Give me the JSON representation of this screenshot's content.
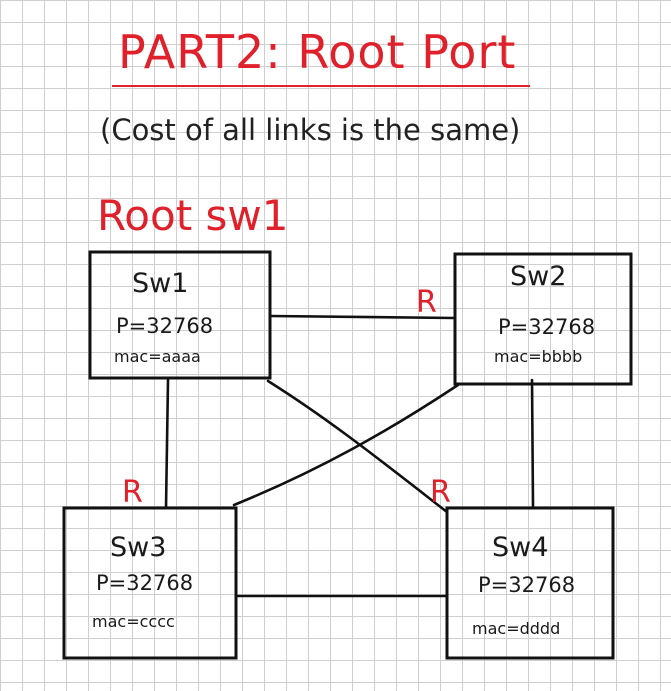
{
  "title": "PART2: Root Port",
  "subtitle": "(Cost of all links is the same)",
  "root_label": "Root sw1",
  "switches": [
    {
      "id": "sw1",
      "name": "Sw1",
      "priority": "P=32768",
      "mac": "mac=aaaa"
    },
    {
      "id": "sw2",
      "name": "Sw2",
      "priority": "P=32768",
      "mac": "mac=bbbb"
    },
    {
      "id": "sw3",
      "name": "Sw3",
      "priority": "P=32768",
      "mac": "mac=cccc"
    },
    {
      "id": "sw4",
      "name": "Sw4",
      "priority": "P=32768",
      "mac": "mac=dddd"
    }
  ],
  "root_port_marker": "R",
  "colors": {
    "accent": "#e0202a",
    "ink": "#111111",
    "grid": "#cfcfcf"
  }
}
